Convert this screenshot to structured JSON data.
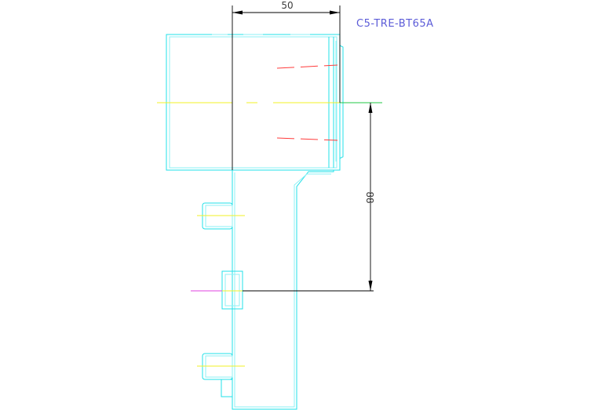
{
  "drawing": {
    "part_number": "C5-TRE-BT65A",
    "dimensions": {
      "horizontal": "50",
      "vertical": "88"
    },
    "colors": {
      "outline": "#22e0e8",
      "dimension": "#000000",
      "centerline": "#f2f226",
      "hidden": "#ff3b3b",
      "reference": "#22c844",
      "label": "#5c5cd8"
    }
  }
}
